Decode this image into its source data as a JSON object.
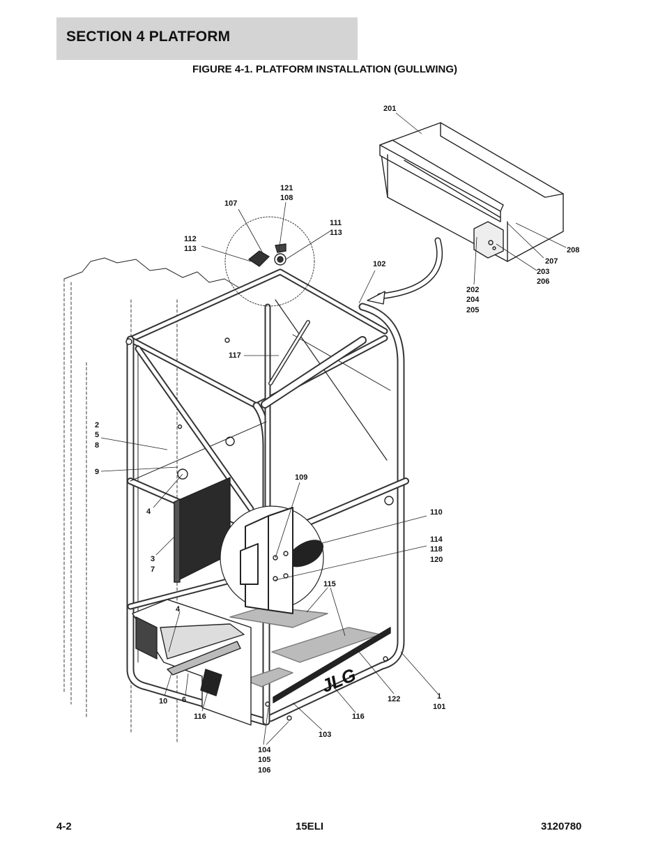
{
  "header": {
    "section_title": "SECTION 4   PLATFORM"
  },
  "figure": {
    "title": "FIGURE 4-1. PLATFORM INSTALLATION (GULLWING)"
  },
  "callouts": {
    "c201": "201",
    "c121_108": [
      "121",
      "108"
    ],
    "c107": "107",
    "c111_113": [
      "111",
      "113"
    ],
    "c112_113": [
      "112",
      "113"
    ],
    "c102": "102",
    "c207": "207",
    "c208": "208",
    "c203_206": [
      "203",
      "206"
    ],
    "c202_204_205": [
      "202",
      "204",
      "205"
    ],
    "c117": "117",
    "c2_5_8": [
      "2",
      "5",
      "8"
    ],
    "c9": "9",
    "c109": "109",
    "c4a": "4",
    "c110": "110",
    "c114_118_120": [
      "114",
      "118",
      "120"
    ],
    "c3_7": [
      "3",
      "7"
    ],
    "c115": "115",
    "c4b": "4",
    "c10": "10",
    "c6": "6",
    "c116a": "116",
    "c116b": "116",
    "c122": "122",
    "c1_101": [
      "1",
      "101"
    ],
    "c103": "103",
    "c104_105_106": [
      "104",
      "105",
      "106"
    ],
    "logo_text": "JLG"
  },
  "footer": {
    "page_number": "4-2",
    "model": "15ELI",
    "doc_number": "3120780"
  }
}
